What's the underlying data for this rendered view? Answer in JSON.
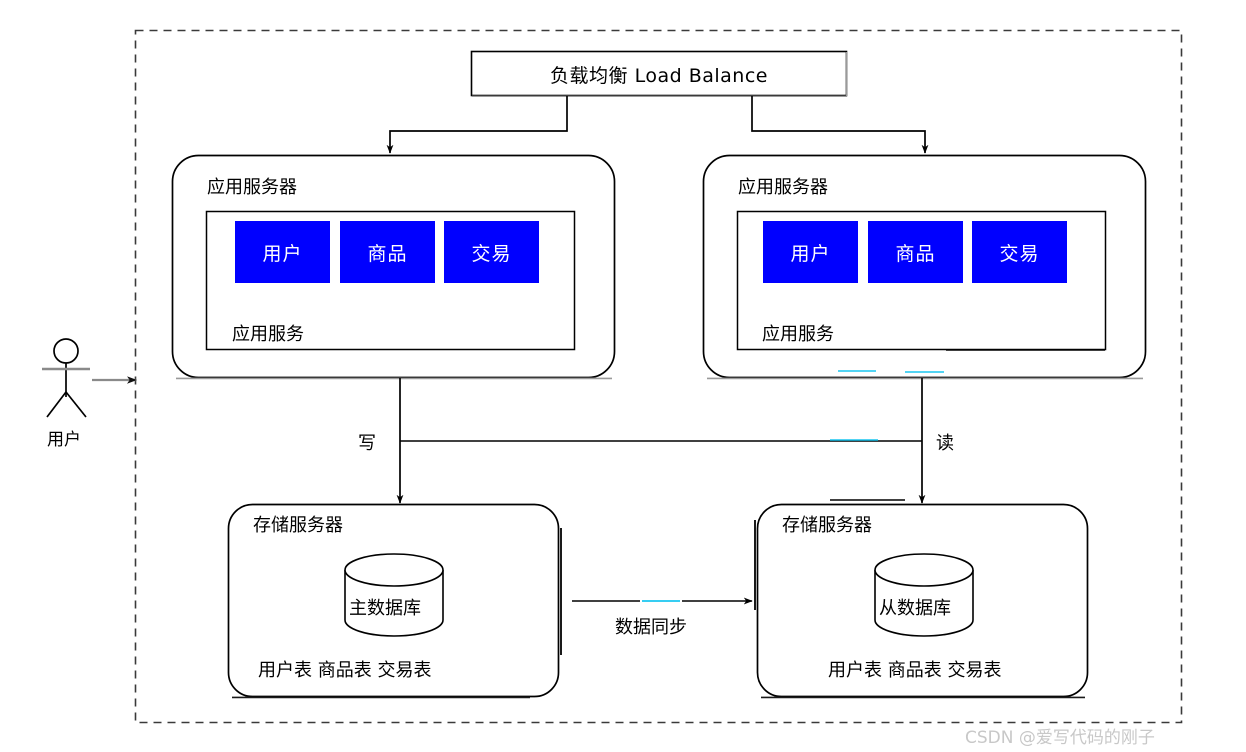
{
  "diagram": {
    "title": "负载均衡 Load Balance",
    "boundary": "dashed-system-boundary",
    "actor": {
      "name": "用户",
      "icon": "stick-figure-actor-icon"
    },
    "load_balancer": {
      "label": "负载均衡 Load Balance"
    },
    "app_servers": [
      {
        "title": "应用服务器",
        "inner_label": "应用服务",
        "services": [
          {
            "label": "用户"
          },
          {
            "label": "商品"
          },
          {
            "label": "交易"
          }
        ]
      },
      {
        "title": "应用服务器",
        "inner_label": "应用服务",
        "services": [
          {
            "label": "用户"
          },
          {
            "label": "商品"
          },
          {
            "label": "交易"
          }
        ]
      }
    ],
    "storage_servers": [
      {
        "title": "存储服务器",
        "database": "主数据库",
        "tables": "用户表 商品表 交易表"
      },
      {
        "title": "存储服务器",
        "database": "从数据库",
        "tables": "用户表 商品表 交易表"
      }
    ],
    "edge_labels": {
      "write": "写",
      "read": "读",
      "sync": "数据同步"
    },
    "colors": {
      "service_fill": "#0000ff",
      "service_text": "#ffffff",
      "stroke": "#000000",
      "boundary": "#444444",
      "watermark": "#c8c8c8"
    }
  },
  "watermark": {
    "text": "CSDN @爱写代码的刚子"
  }
}
